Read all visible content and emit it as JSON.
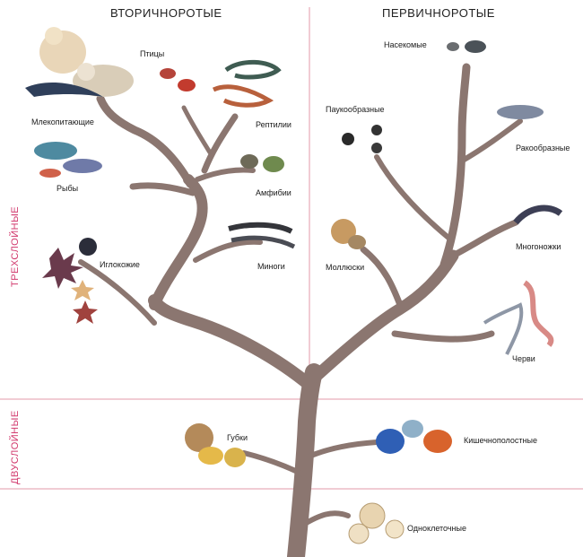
{
  "headings": {
    "left": "ВТОРИЧНОРОТЫЕ",
    "right": "ПЕРВИЧНОРОТЫЕ"
  },
  "side_labels": {
    "triploblastic": "ТРЕХСЛОЙНЫЕ",
    "diploblastic": "ДВУСЛОЙНЫЕ"
  },
  "groups": {
    "mammals": "Млекопитающие",
    "birds": "Птицы",
    "reptiles": "Рептилии",
    "fish": "Рыбы",
    "amphibians": "Амфибии",
    "echinoderms": "Иглокожие",
    "lampreys": "Миноги",
    "insects": "Насекомые",
    "arachnids": "Паукообразные",
    "crustaceans": "Ракообразные",
    "millipedes": "Многоножки",
    "molluscs": "Моллюски",
    "worms": "Черви",
    "sponges": "Губки",
    "cnidarians": "Кишечнополостные",
    "protozoa": "Одноклеточные"
  },
  "colors": {
    "branch": "#8b7670",
    "divider": "#e39aa8",
    "side_label": "#d23a6e"
  }
}
